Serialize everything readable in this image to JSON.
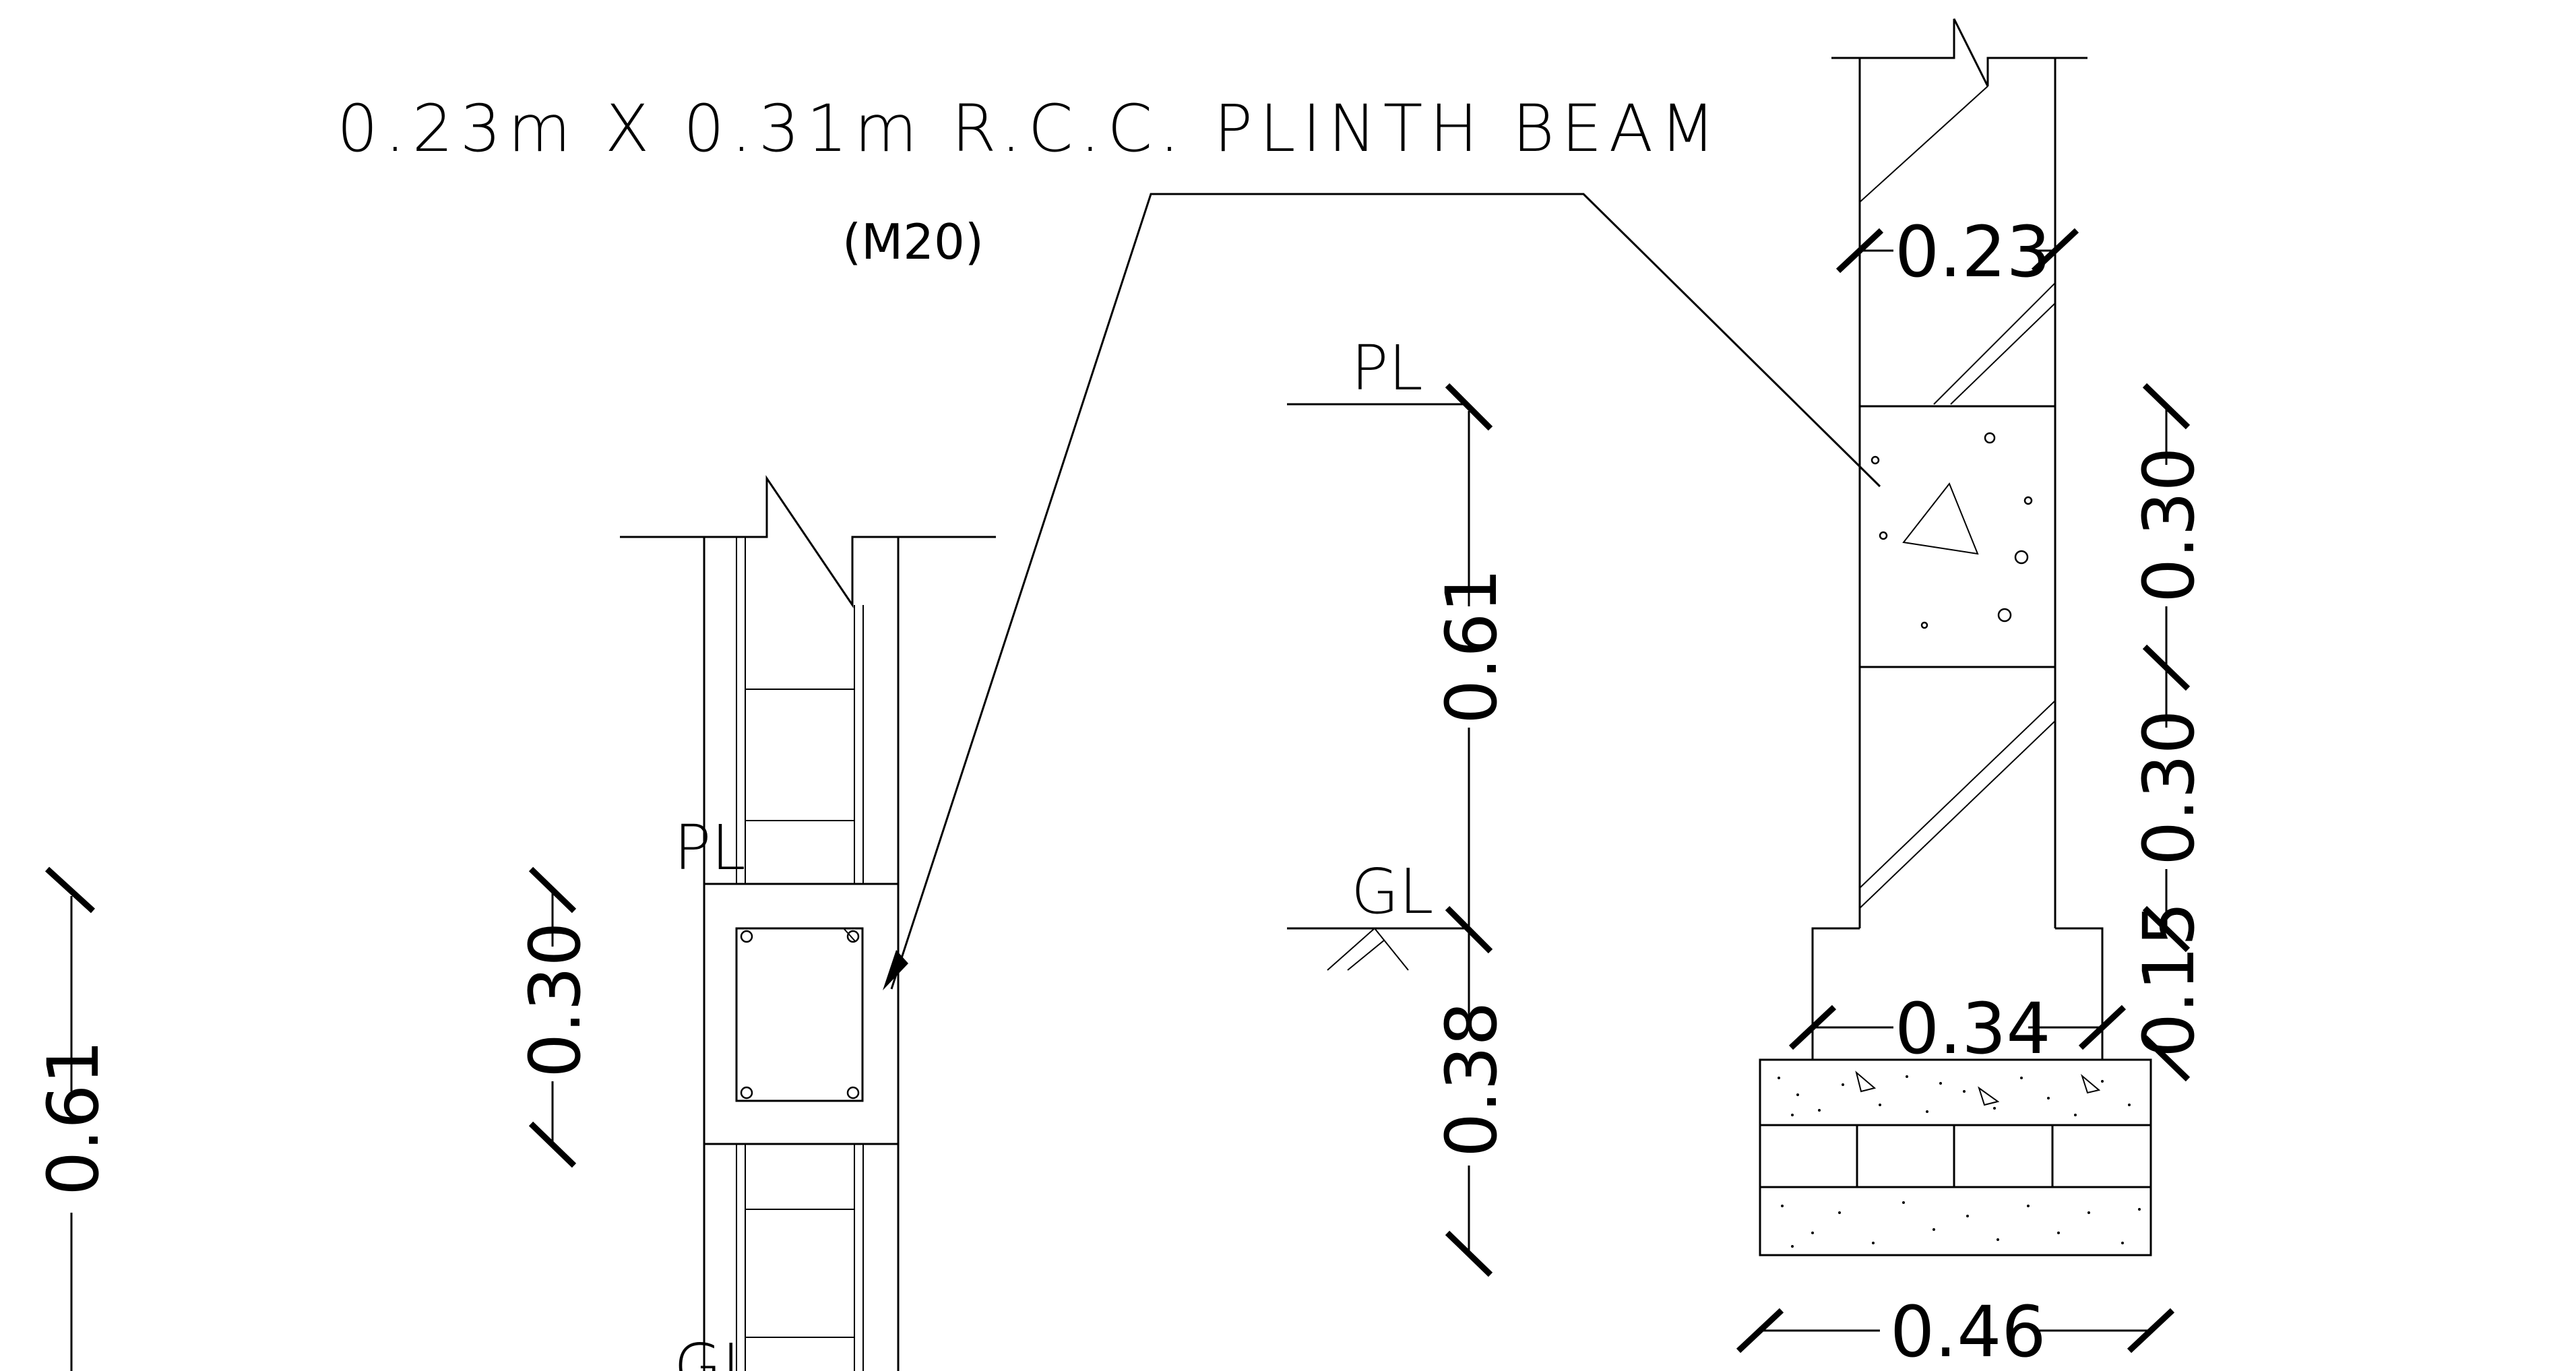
{
  "title": "0.23m X 0.31m R.C.C. PLINTH BEAM",
  "grade": "(M20)",
  "levels": {
    "plinth": "PL",
    "ground": "GL"
  },
  "dimensions": {
    "left_total": "0.61",
    "beam_depth": "0.30",
    "pl_to_gl": "0.61",
    "gl_to_bottom": "0.38",
    "wall_thickness": "0.23",
    "beam_height": "0.30",
    "below_beam": "0.30",
    "step": "0.15",
    "step_width": "0.34",
    "footing_width": "0.46"
  }
}
